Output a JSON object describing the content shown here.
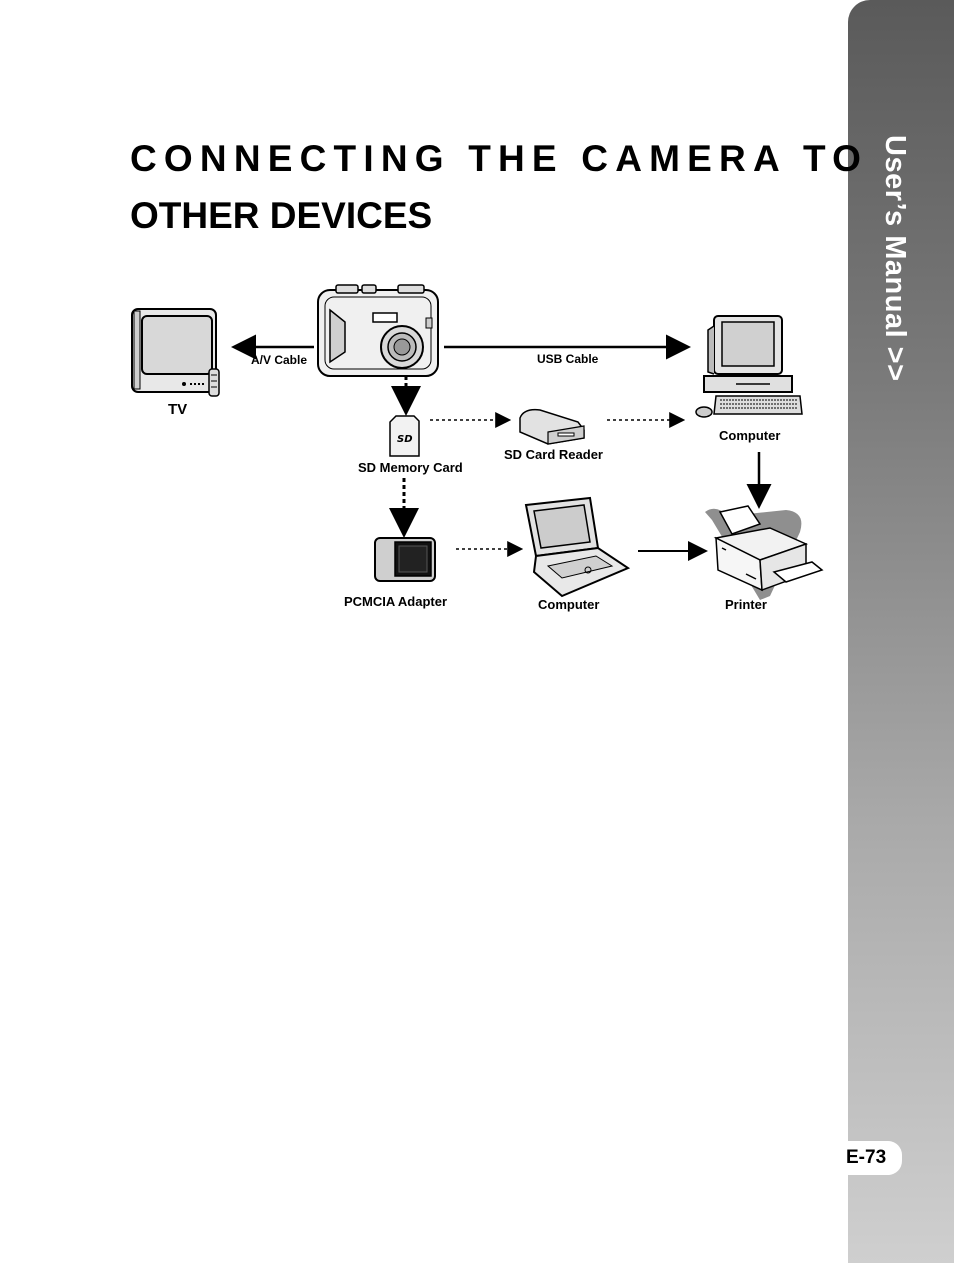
{
  "page": {
    "title_line_1": "CONNECTING THE CAMERA TO",
    "title_line_2": "OTHER DEVICES",
    "sidebar_title": "User’s Manual >>",
    "page_number": "E-73"
  },
  "diagram": {
    "labels": {
      "tv": "TV",
      "av_cable": "A/V Cable",
      "usb_cable": "USB Cable",
      "computer_desktop": "Computer",
      "sd_memory_card": "SD Memory Card",
      "sd_card_reader": "SD Card Reader",
      "pcmcia_adapter": "PCMCIA Adapter",
      "computer_laptop": "Computer",
      "printer": "Printer"
    }
  }
}
